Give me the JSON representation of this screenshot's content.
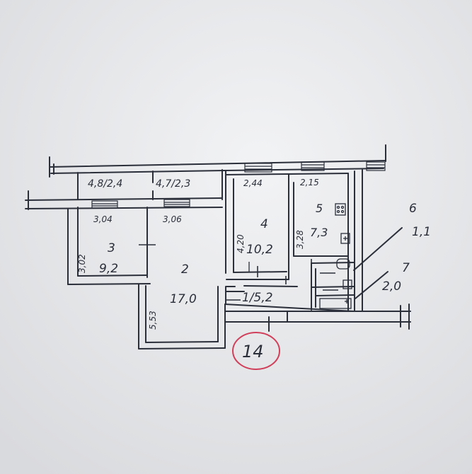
{
  "plan": {
    "labels": {
      "loggia1": "4,8/2,4",
      "loggia2": "4,7/2,3",
      "dim_244": "2,44",
      "dim_215": "2,15",
      "dim_304": "3,04",
      "dim_306": "3,06",
      "dim_302": "3,02",
      "dim_553": "5,53",
      "dim_420": "4,20",
      "dim_328": "3,28",
      "room3_num": "3",
      "room3_area": "9,2",
      "room2_num": "2",
      "room2_area": "17,0",
      "room4_num": "4",
      "room4_area": "10,2",
      "room5_num": "5",
      "room5_area": "7,3",
      "room1_label": "1/5,2",
      "room6_num": "6",
      "room6_area": "1,1",
      "room7_num": "7",
      "room7_area": "2,0",
      "apt_number": "14"
    },
    "colors": {
      "paper": "#e9eaec",
      "ink": "#2b2f3a",
      "stamp": "#d0405a"
    }
  }
}
